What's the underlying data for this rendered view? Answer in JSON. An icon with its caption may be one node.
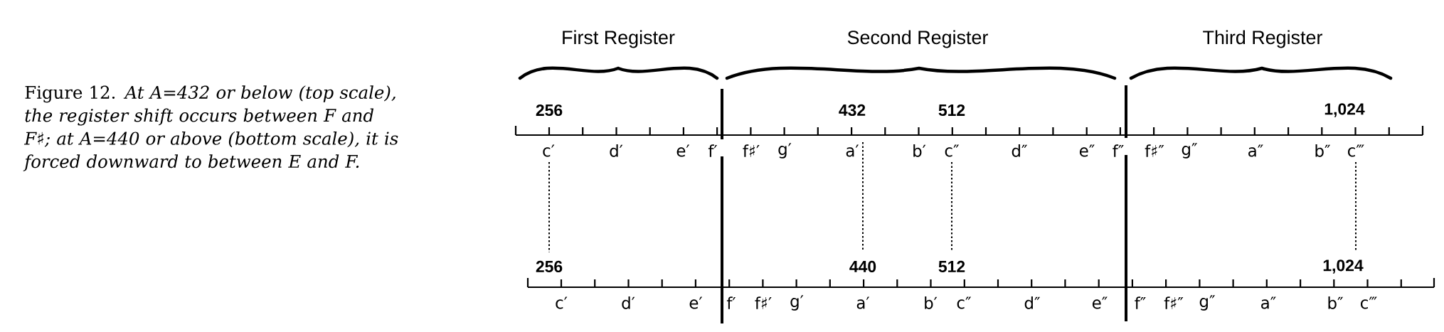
{
  "diagram": {
    "caption": "Figure 12. *At A=432 or below (top scale), the register shift occurs between F and F♯; at A=440 or above (bottom scale), it is forced downward to between E and F.*",
    "labels": [
      "First Register",
      "Second Register",
      "Third Register",
      "256",
      "432",
      "512",
      "1,024",
      "c′",
      "d′",
      "e′",
      "f′",
      "f♯′",
      "g′",
      "a′",
      "b′",
      "c″",
      "d″",
      "e″",
      "f″",
      "f♯″",
      "g″",
      "a″",
      "b″",
      "c‴",
      "256",
      "440",
      "512",
      "1,024",
      "c′",
      "d′",
      "e′",
      "f′",
      "f♯′",
      "g′",
      "a′",
      "b′",
      "c″",
      "d″",
      "e″",
      "f″",
      "f♯″",
      "g″",
      "a″",
      "b″",
      "c‴"
    ]
  }
}
